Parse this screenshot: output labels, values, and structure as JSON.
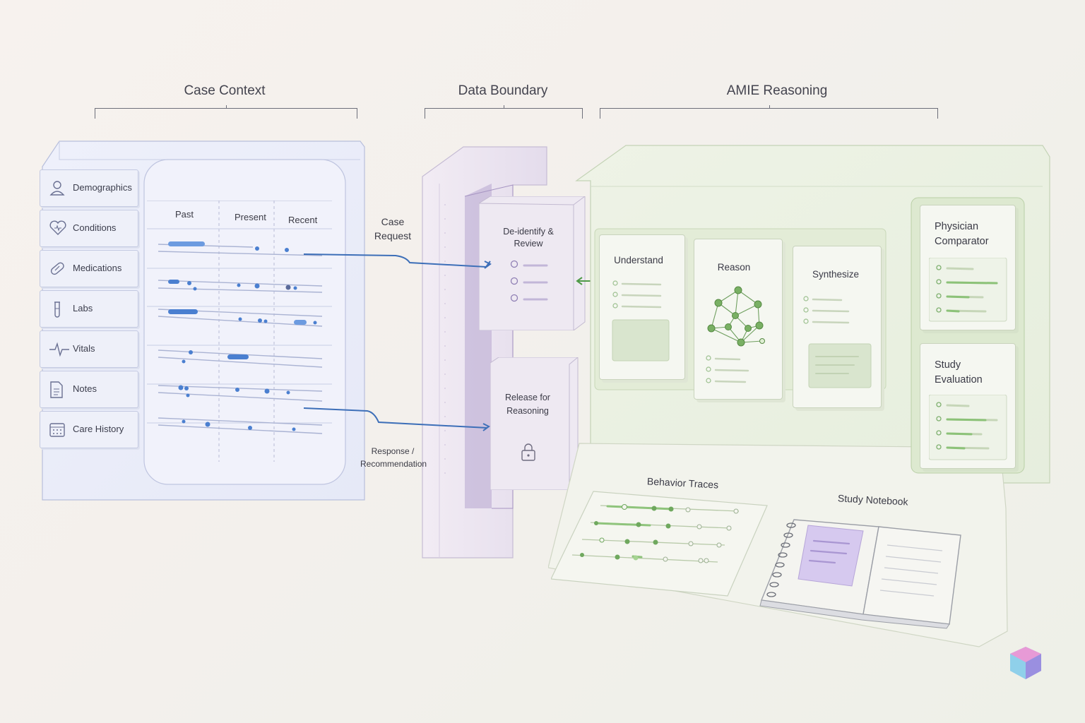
{
  "sections": {
    "case_context": "Case Context",
    "data_boundary": "Data Boundary",
    "amie_reasoning": "AMIE Reasoning"
  },
  "case_context": {
    "categories": [
      {
        "label": "Demographics",
        "icon": "person-icon"
      },
      {
        "label": "Conditions",
        "icon": "heart-icon"
      },
      {
        "label": "Medications",
        "icon": "pill-icon"
      },
      {
        "label": "Labs",
        "icon": "test-tube-icon"
      },
      {
        "label": "Vitals",
        "icon": "pulse-icon"
      },
      {
        "label": "Notes",
        "icon": "document-icon"
      },
      {
        "label": "Care History",
        "icon": "calendar-icon"
      }
    ],
    "timeline_headers": [
      "Past",
      "Present",
      "Recent"
    ]
  },
  "flows": {
    "case_request": "Case Request",
    "response": "Response / Recommendation"
  },
  "boundary": {
    "deidentify": "De-identify & Review",
    "release": "Release for Reasoning"
  },
  "reasoning": {
    "steps": [
      "Understand",
      "Reason",
      "Synthesize"
    ],
    "outputs": [
      "Physician Comparator",
      "Study Evaluation"
    ],
    "behavior_traces": "Behavior Traces",
    "study_notebook": "Study Notebook"
  },
  "colors": {
    "blue_accent": "#4a7fd0",
    "green_accent": "#4f9a47",
    "lavender": "#cbbce8"
  }
}
